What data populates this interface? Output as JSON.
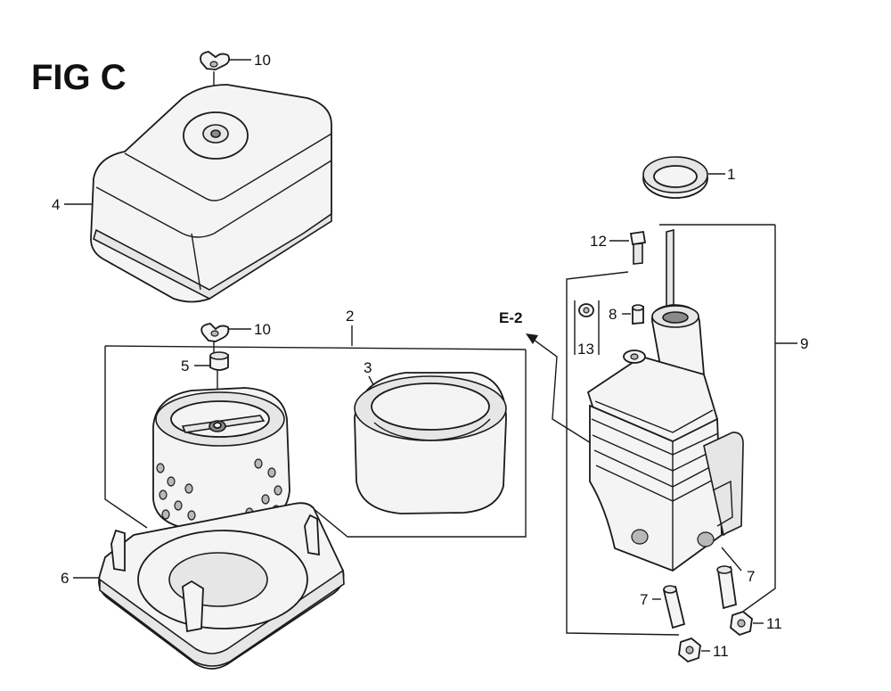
{
  "figure": {
    "title": "FIG C"
  },
  "reference": {
    "label": "E-2"
  },
  "callouts": [
    "10",
    "4",
    "10",
    "2",
    "5",
    "3",
    "6",
    "1",
    "12",
    "8",
    "13",
    "9",
    "7",
    "7",
    "11",
    "11"
  ]
}
